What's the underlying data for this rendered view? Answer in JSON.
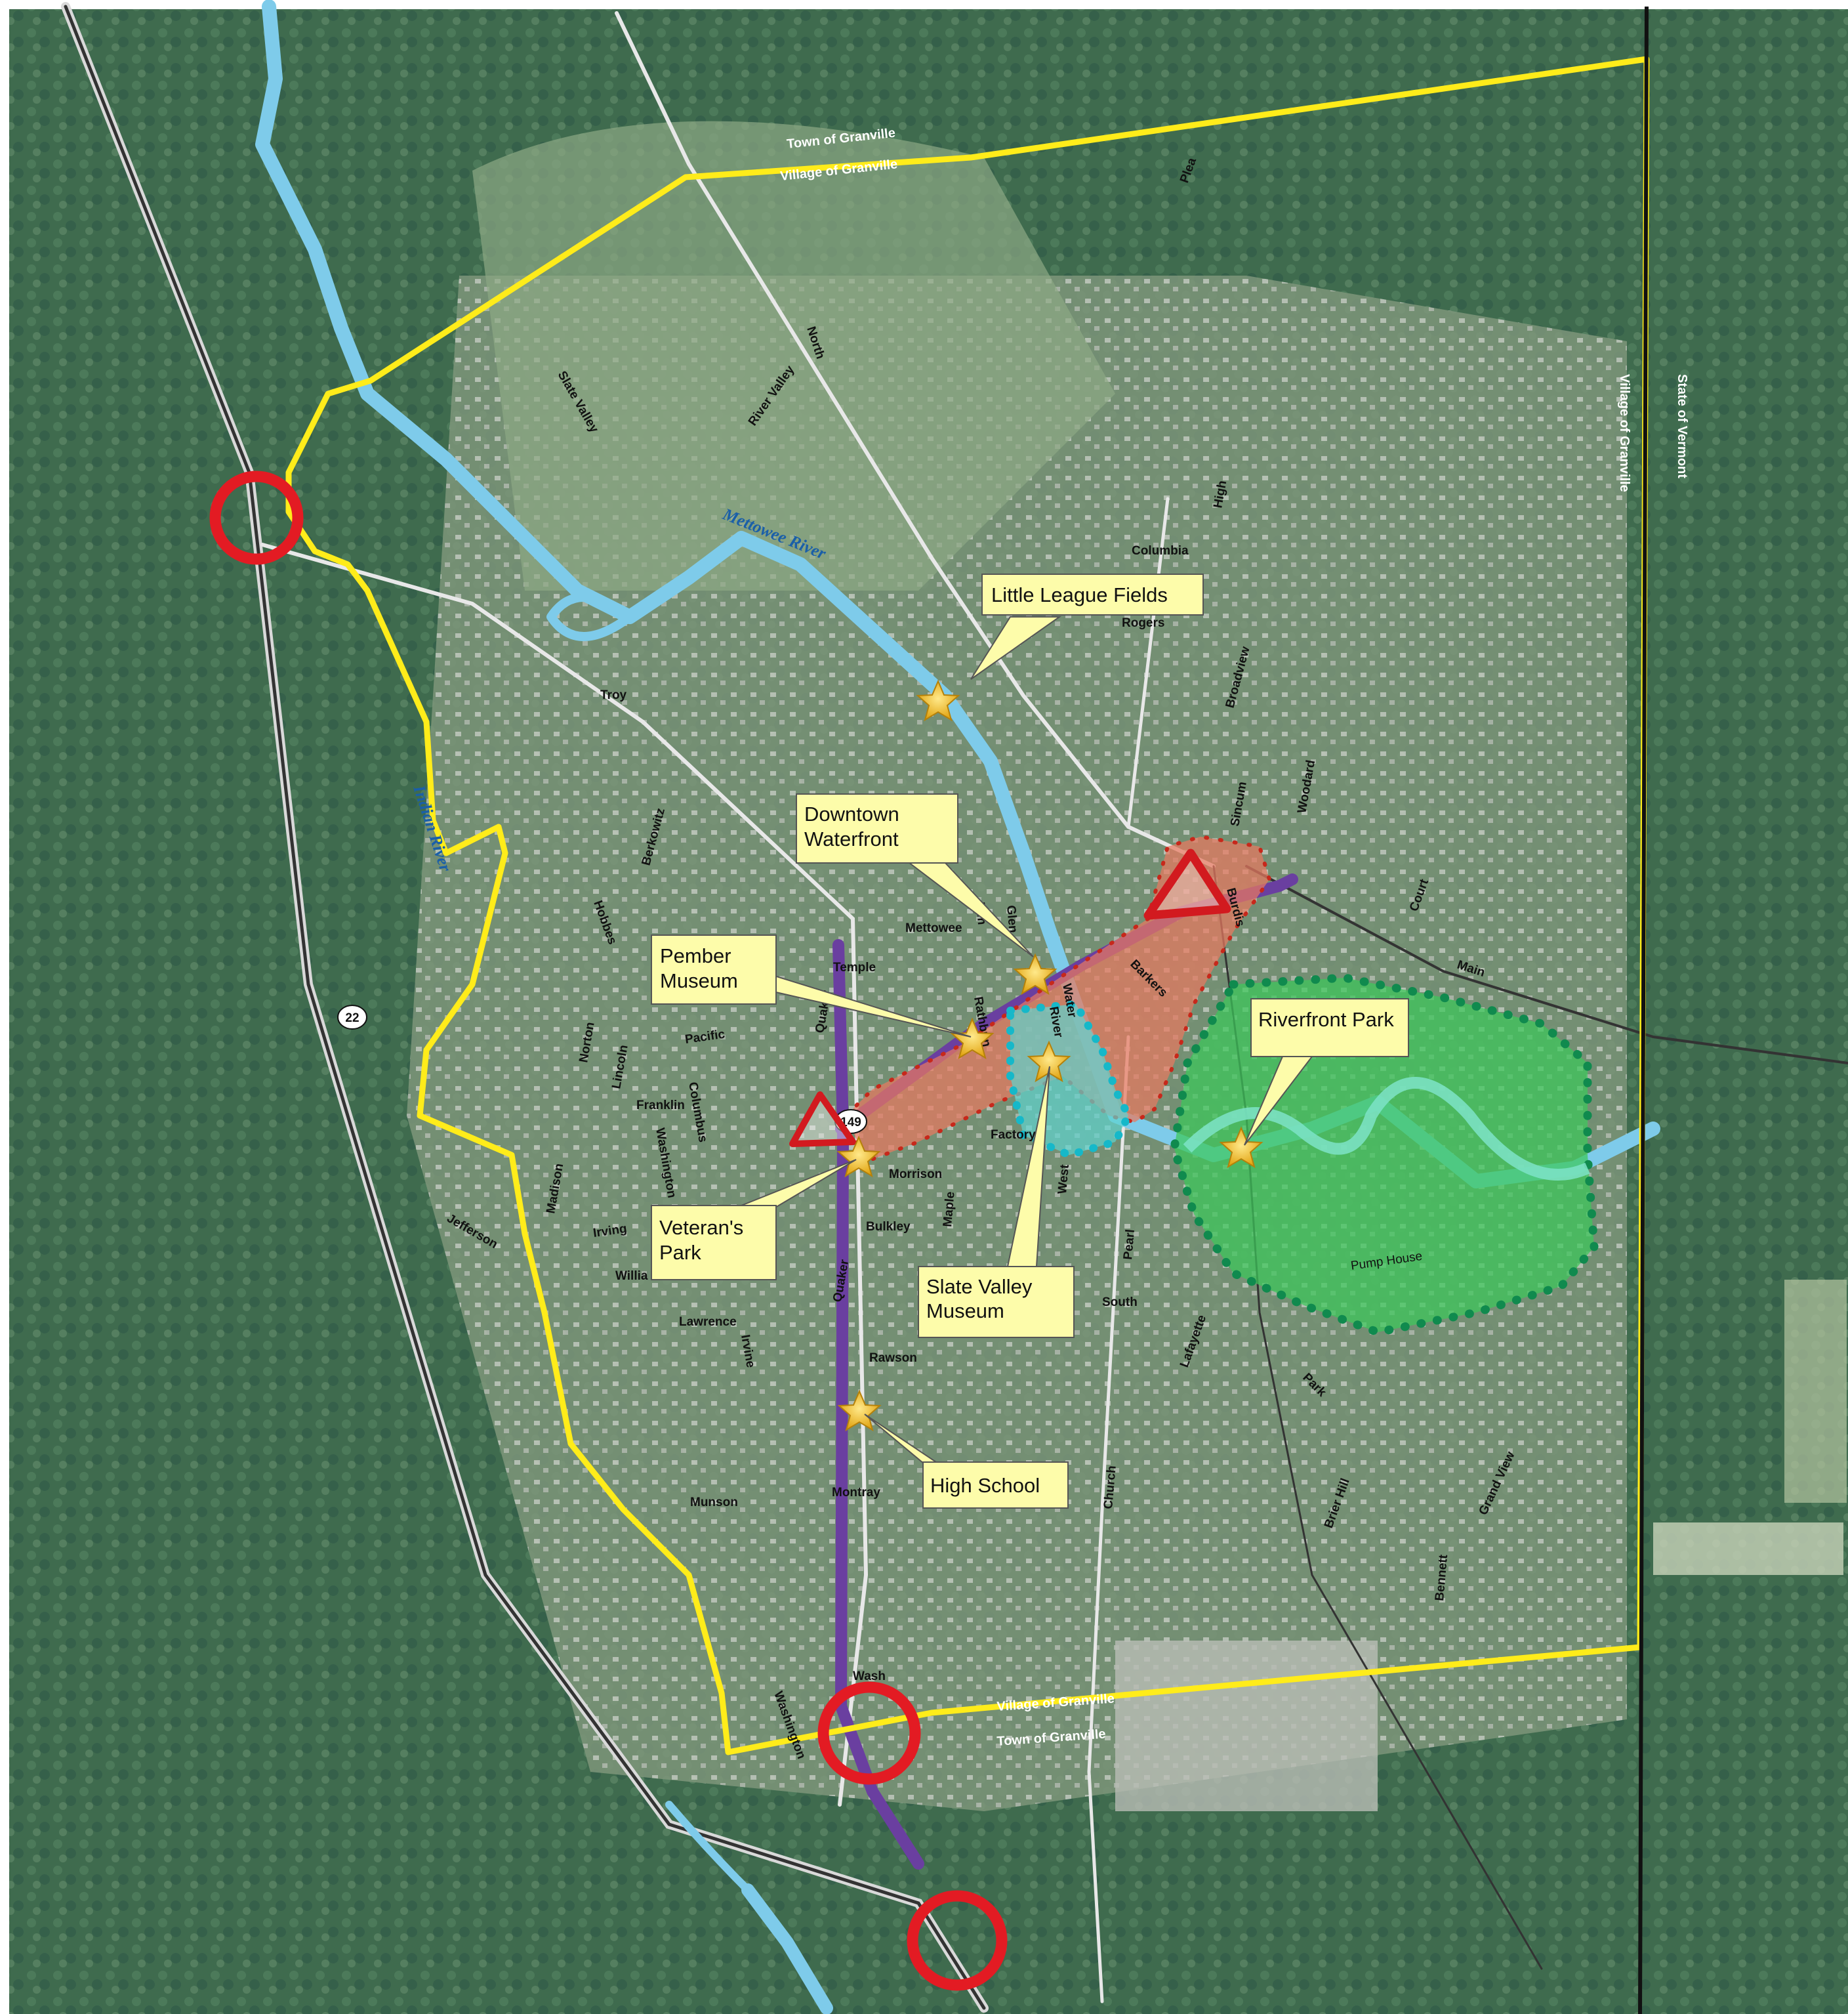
{
  "boundary_labels": {
    "town_top": "Town of Granville",
    "village_top": "Village of Granville",
    "village_right": "Village of Granville",
    "state": "State of Vermont",
    "village_bottom": "Village of Granville",
    "town_bottom": "Town of Granville"
  },
  "rivers": {
    "mettowee": "Mettowee River",
    "indian": "Indian River"
  },
  "route_shields": {
    "r22": "22",
    "r149": "149"
  },
  "callouts": [
    {
      "id": "little-league",
      "lines": [
        "Little League Fields"
      ]
    },
    {
      "id": "downtown",
      "lines": [
        "Downtown",
        "Waterfront"
      ]
    },
    {
      "id": "pember",
      "lines": [
        "Pember",
        "Museum"
      ]
    },
    {
      "id": "riverfront",
      "lines": [
        "Riverfront Park"
      ]
    },
    {
      "id": "veterans",
      "lines": [
        "Veteran's",
        "Park"
      ]
    },
    {
      "id": "slate",
      "lines": [
        "Slate Valley",
        "Museum"
      ]
    },
    {
      "id": "highschool",
      "lines": [
        "High School"
      ]
    }
  ],
  "landmarks": {
    "pump_house": "Pump House"
  },
  "streets": [
    "Slate Valley",
    "North",
    "River Valley",
    "Plea",
    "Columbia",
    "High",
    "Rogers",
    "Broadview",
    "Troy",
    "Berkowitz",
    "Hobbes",
    "Sincum",
    "Woodard",
    "Court",
    "Main",
    "Glen",
    "Elm",
    "Mettowee",
    "Temple",
    "Burdis",
    "Barkers",
    "Water",
    "River",
    "Quaker",
    "Rathbun",
    "Pacific",
    "Norton",
    "Lincoln",
    "Franklin",
    "Columbus",
    "Washington",
    "Madison",
    "Irving",
    "Jefferson",
    "Willia",
    "Factory",
    "Morrison",
    "Maple",
    "Bulkley",
    "West",
    "Pearl",
    "South",
    "Lawrence",
    "Irvine",
    "Quaker",
    "Rawson",
    "Lafayette",
    "Park",
    "Church",
    "Montray",
    "Munson",
    "Brier Hill",
    "Grand View",
    "Bennett",
    "Wash",
    "Washington"
  ],
  "colors": {
    "boundary": "#ffec1a",
    "route149": "#6a3fa0",
    "river": "#7ecbea",
    "downtown_zone": "#e8785f",
    "park_zone": "#3cc85a",
    "museum_zone": "#5fd3cf",
    "gateway_circle": "#e31b23",
    "star": "#f2c01a"
  }
}
